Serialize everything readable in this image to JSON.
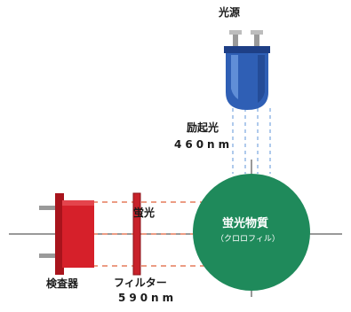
{
  "labels": {
    "light_source": "光源",
    "excitation": "励起光",
    "excitation_wavelength": "460nm",
    "fluorescence": "蛍光",
    "sample": "蛍光物質",
    "sample_sub": "（クロロフィル）",
    "detector": "検査器",
    "filter": "フィルター",
    "filter_wavelength": "590nm"
  },
  "colors": {
    "lamp_blue": "#2f5fb5",
    "lamp_light": "#6d9ae0",
    "sample_green": "#1f8a5b",
    "detector_red": "#d6202a",
    "detector_dark": "#a8141c",
    "filter_red": "#c8222a",
    "excitation_dash": "#7aa7e0",
    "fluorescence_dash": "#e0603a",
    "axis_line": "#333333"
  }
}
